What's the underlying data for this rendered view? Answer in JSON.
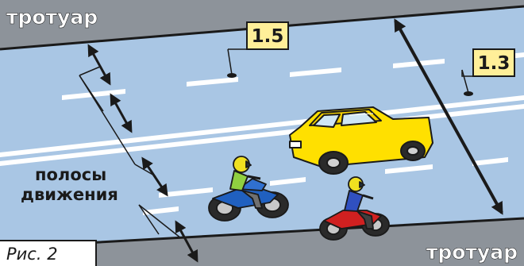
{
  "figure": {
    "sidewalk_top": "тротуар",
    "sidewalk_bottom": "тротуар",
    "lanes_label_line1": "полосы",
    "lanes_label_line2": "движения",
    "sign_left": "1.5",
    "sign_right": "1.3",
    "caption": "Рис. 2"
  },
  "colors": {
    "road": "#a9c6e4",
    "sidewalk": "#8d939a",
    "marking": "#ffffff",
    "car": "#ffe000",
    "sign_plate": "#ffef99",
    "outline": "#1a1a1a"
  },
  "icons": [
    "yellow-car",
    "green-motorcycle-rider",
    "red-motorcycle-rider",
    "double-headed-arrow"
  ]
}
